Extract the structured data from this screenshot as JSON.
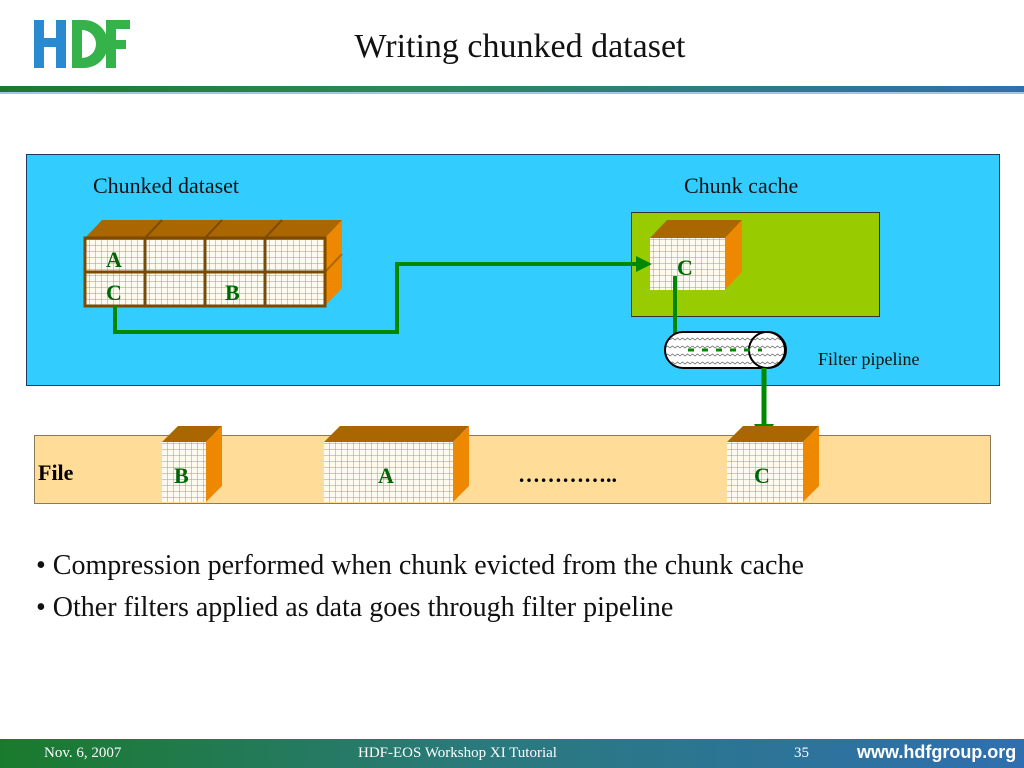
{
  "header": {
    "logo_text": "HDF",
    "title": "Writing chunked dataset"
  },
  "diagram": {
    "dataset_label": "Chunked dataset",
    "cache_label": "Chunk cache",
    "pipeline_label": "Filter pipeline",
    "file_label": "File",
    "ellipsis": "…………..",
    "dataset_chunk_a": "A",
    "dataset_chunk_c": "C",
    "dataset_chunk_b": "B",
    "cache_chunk": "C",
    "file_chunk_b": "B",
    "file_chunk_a": "A",
    "file_chunk_c": "C"
  },
  "bullets": [
    "• Compression performed when chunk evicted from the chunk cache",
    "• Other filters applied as data goes through filter pipeline"
  ],
  "footer": {
    "date": "Nov. 6, 2007",
    "event": "HDF-EOS Workshop XI Tutorial",
    "page": "35",
    "website": "www.hdfgroup.org"
  },
  "colors": {
    "panel": "#33ccff",
    "cache": "#99cc00",
    "file": "#ffdd99",
    "chunk_top": "#aa6600",
    "chunk_side": "#ee8800",
    "arrow": "#008800",
    "chunk_label": "#006600"
  }
}
